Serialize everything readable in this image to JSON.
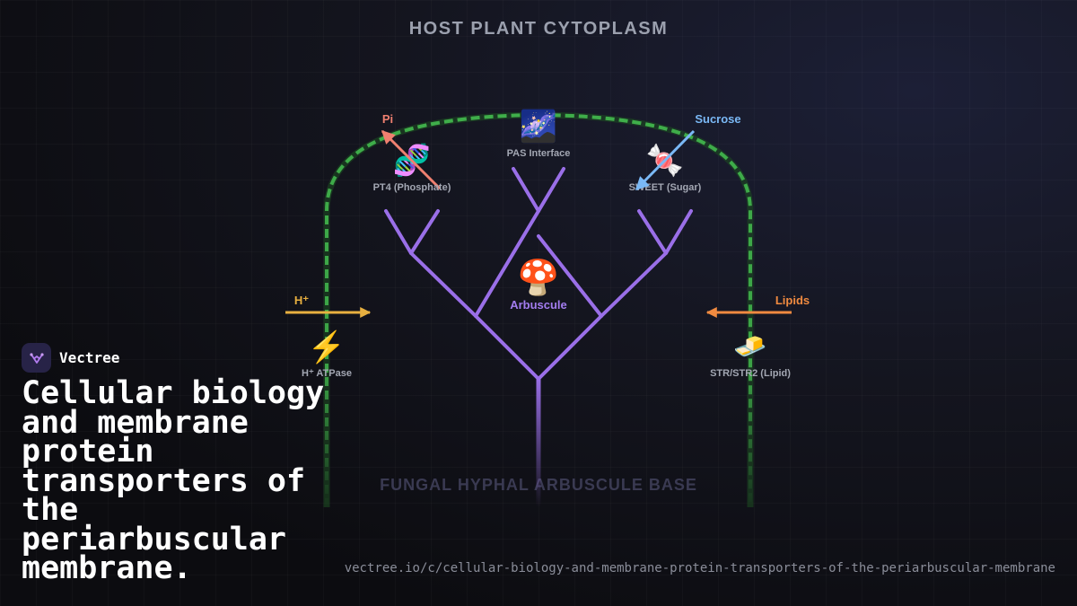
{
  "diagram": {
    "title": "HOST PLANT CYTOPLASM",
    "bottom_label": "FUNGAL HYPHAL ARBUSCULE BASE",
    "center": {
      "icon": "mushroom-icon",
      "glyph": "🍄",
      "label": "Arbuscule"
    },
    "interface": {
      "icon": "galaxy-icon",
      "glyph": "🌌",
      "label": "PAS Interface"
    },
    "transporters": [
      {
        "id": "pt4",
        "icon": "dna-icon",
        "glyph": "🧬",
        "label": "PT4 (Phosphate)",
        "flow_label": "Pi",
        "flow_color": "#f08070"
      },
      {
        "id": "sweet",
        "icon": "candy-icon",
        "glyph": "🍬",
        "label": "SWEET (Sugar)",
        "flow_label": "Sucrose",
        "flow_color": "#7ab8f5"
      },
      {
        "id": "atpase",
        "icon": "lightning-icon",
        "glyph": "⚡",
        "label": "H⁺ ATPase",
        "flow_label": "H⁺",
        "flow_color": "#e8b040"
      },
      {
        "id": "str",
        "icon": "butter-icon",
        "glyph": "🧈",
        "label": "STR/STR2 (Lipid)",
        "flow_label": "Lipids",
        "flow_color": "#f08a40"
      }
    ]
  },
  "colors": {
    "membrane": "#3fae4a",
    "hyphae": "#9a6fe8",
    "arbuscule_label": "#a37df0",
    "background": "#0c0c10"
  },
  "brand": {
    "name": "Vectree",
    "icon": "vectree-logo-icon"
  },
  "headline": "Cellular biology and membrane protein transporters of the periarbuscular membrane.",
  "url": "vectree.io/c/cellular-biology-and-membrane-protein-transporters-of-the-periarbuscular-membrane"
}
